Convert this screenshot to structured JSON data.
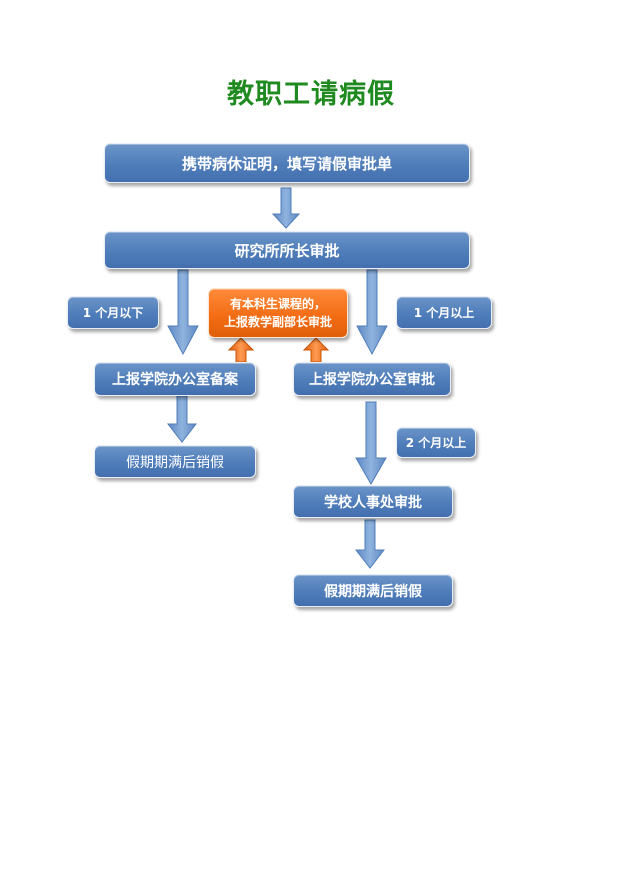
{
  "title": "教职工请病假",
  "nodes": {
    "step1": "携带病休证明，填写请假审批单",
    "step2": "研究所所长审批",
    "cond_under_1m": "1 个月以下",
    "cond_over_1m": "1 个月以上",
    "undergrad_note_line1": "有本科生课程的，",
    "undergrad_note_line2": "上报教学副部长审批",
    "record": "上报学院办公室备案",
    "approve": "上报学院办公室审批",
    "cancel_left": "假期期满后销假",
    "cond_over_2m": "2 个月以上",
    "hr_approve": "学校人事处审批",
    "cancel_right": "假期期满后销假"
  },
  "colors": {
    "title": "#1f8a1f",
    "box_blue": "#4f7dba",
    "arrow_blue": "#6f9ad0",
    "box_orange": "#f26b12",
    "arrow_orange": "#f26b12"
  }
}
